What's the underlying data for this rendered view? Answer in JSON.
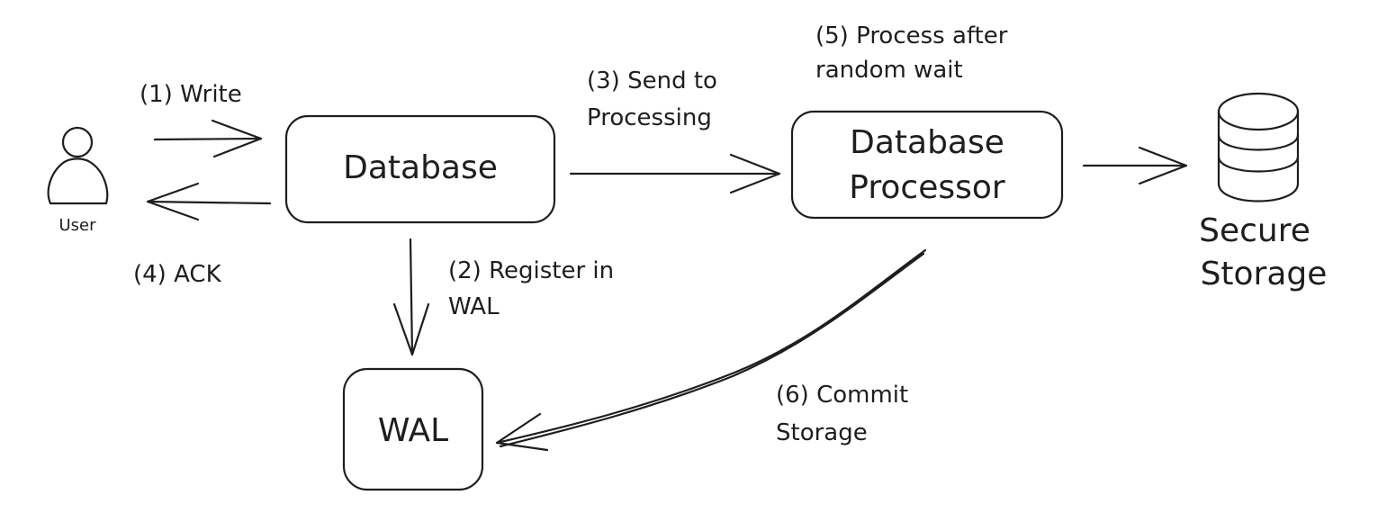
{
  "nodes": {
    "user": {
      "label": "User"
    },
    "database": {
      "label": "Database"
    },
    "wal": {
      "label": "WAL"
    },
    "processor": {
      "label_line1": "Database",
      "label_line2": "Processor"
    },
    "storage": {
      "label_line1": "Secure",
      "label_line2": "Storage"
    }
  },
  "edges": {
    "write": {
      "label": "(1) Write"
    },
    "register": {
      "label_line1": "(2) Register in",
      "label_line2": "WAL"
    },
    "send": {
      "label_line1": "(3) Send to",
      "label_line2": "Processing"
    },
    "ack": {
      "label": "(4) ACK"
    },
    "process": {
      "label_line1": "(5) Process after",
      "label_line2": "random wait"
    },
    "commit": {
      "label_line1": "(6) Commit",
      "label_line2": "Storage"
    }
  },
  "colors": {
    "stroke": "#1e1e1e",
    "background": "#ffffff"
  }
}
